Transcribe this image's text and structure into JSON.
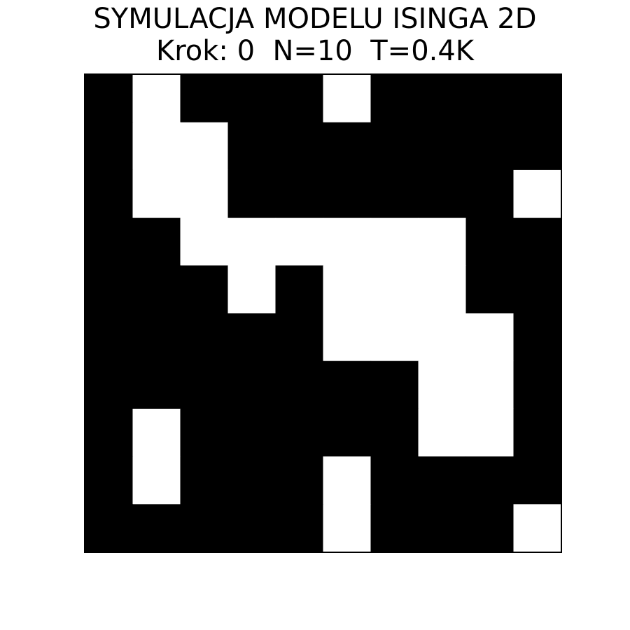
{
  "title": "SYMULACJA MODELU ISINGA 2D",
  "subtitle": "Krok: 0  N=10  T=0.4K",
  "chart_data": {
    "type": "heatmap",
    "title": "SYMULACJA MODELU ISINGA 2D",
    "subtitle": "Krok: 0  N=10  T=0.4K",
    "rows": 10,
    "cols": 10,
    "values_note_colors": {
      "spin_down": "#000000",
      "spin_up": "#ffffff"
    },
    "grid": [
      [
        -1,
        1,
        -1,
        -1,
        -1,
        1,
        -1,
        -1,
        -1,
        -1
      ],
      [
        -1,
        1,
        1,
        -1,
        -1,
        -1,
        -1,
        -1,
        -1,
        -1
      ],
      [
        -1,
        1,
        1,
        -1,
        -1,
        -1,
        -1,
        -1,
        -1,
        1
      ],
      [
        -1,
        -1,
        1,
        1,
        1,
        1,
        1,
        1,
        -1,
        -1
      ],
      [
        -1,
        -1,
        -1,
        1,
        -1,
        1,
        1,
        1,
        -1,
        -1
      ],
      [
        -1,
        -1,
        -1,
        -1,
        -1,
        1,
        1,
        1,
        1,
        -1
      ],
      [
        -1,
        -1,
        -1,
        -1,
        -1,
        -1,
        -1,
        1,
        1,
        -1
      ],
      [
        -1,
        1,
        -1,
        -1,
        -1,
        -1,
        -1,
        1,
        1,
        -1
      ],
      [
        -1,
        1,
        -1,
        -1,
        -1,
        1,
        -1,
        -1,
        -1,
        -1
      ],
      [
        -1,
        -1,
        -1,
        -1,
        -1,
        1,
        -1,
        -1,
        -1,
        1
      ]
    ],
    "grid_lines": false,
    "legend": "none"
  }
}
